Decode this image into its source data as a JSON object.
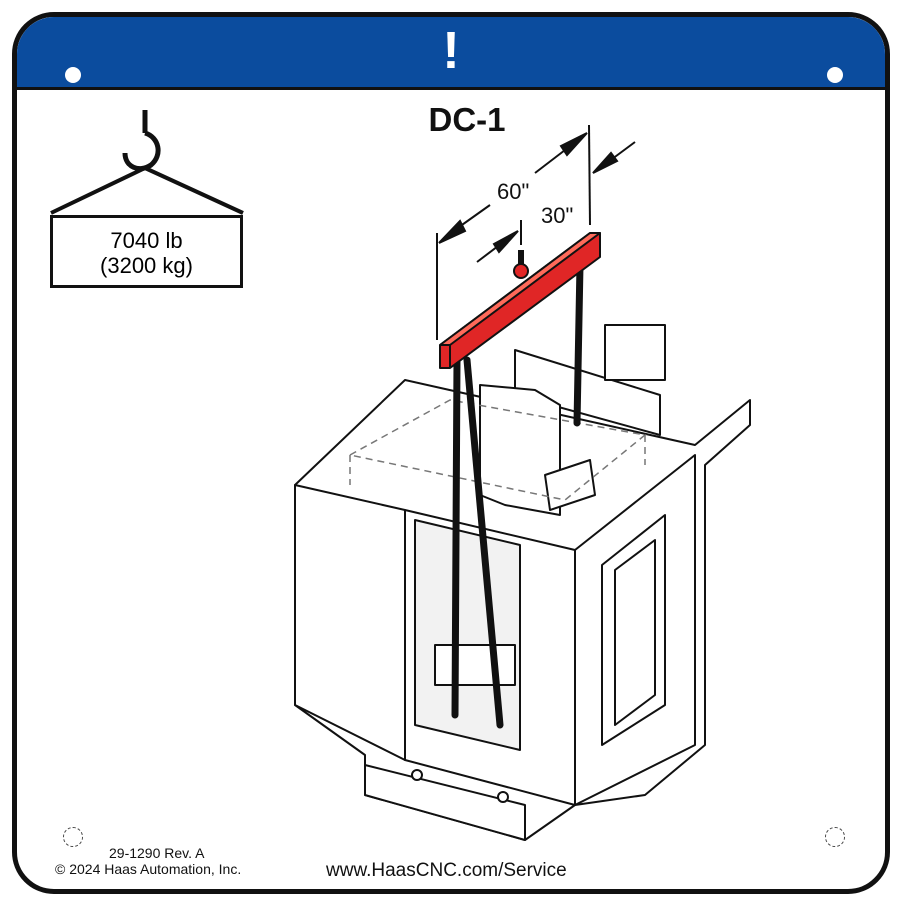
{
  "header": {
    "alert_symbol": "!",
    "band_color": "#0b4c9e"
  },
  "title": "DC-1",
  "weight": {
    "lb": "7040 lb",
    "kg": "(3200 kg)",
    "icon": "crane-hook-icon"
  },
  "dimensions": {
    "length": "60\"",
    "width": "30\""
  },
  "spreader_bar_color": "#e02626",
  "footer": {
    "part_number": "29-1290 Rev. A",
    "copyright": "© 2024 Haas Automation, Inc.",
    "url": "www.HaasCNC.com/Service"
  }
}
